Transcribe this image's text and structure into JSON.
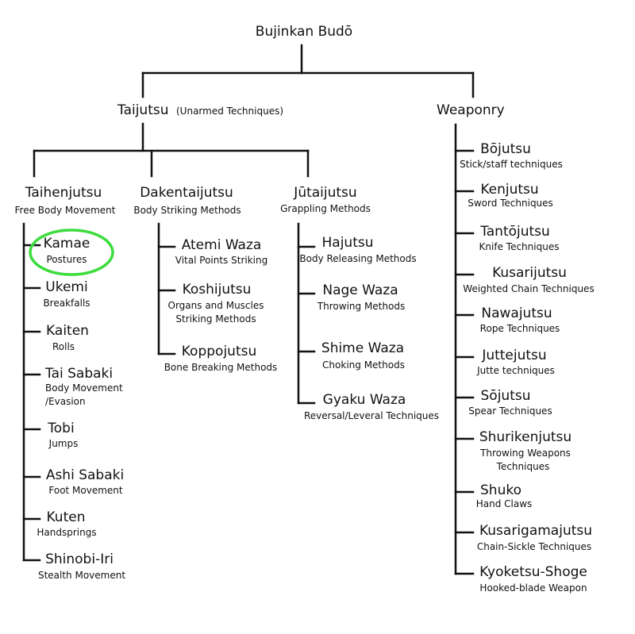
{
  "diagram": {
    "root": "Bujinkan Budō",
    "taijutsu": {
      "title": "Taijutsu",
      "note": "(Unarmed Techniques)"
    },
    "weaponry": {
      "title": "Weaponry"
    },
    "taihenjutsu": {
      "title": "Taihenjutsu",
      "subtitle": "Free Body Movement",
      "items": [
        {
          "name": "Kamae",
          "desc": "Postures",
          "highlighted": true
        },
        {
          "name": "Ukemi",
          "desc": "Breakfalls"
        },
        {
          "name": "Kaiten",
          "desc": "Rolls"
        },
        {
          "name": "Tai Sabaki",
          "desc": "Body Movement",
          "desc2": "/Evasion"
        },
        {
          "name": "Tobi",
          "desc": "Jumps"
        },
        {
          "name": "Ashi Sabaki",
          "desc": "Foot Movement"
        },
        {
          "name": "Kuten",
          "desc": "Handsprings"
        },
        {
          "name": "Shinobi-Iri",
          "desc": "Stealth Movement"
        }
      ]
    },
    "dakentaijutsu": {
      "title": "Dakentaijutsu",
      "subtitle": "Body Striking Methods",
      "items": [
        {
          "name": "Atemi Waza",
          "desc": "Vital Points Striking"
        },
        {
          "name": "Koshijutsu",
          "desc": "Organs and Muscles",
          "desc2": "Striking Methods"
        },
        {
          "name": "Koppojutsu",
          "desc": "Bone Breaking Methods"
        }
      ]
    },
    "jutaijutsu": {
      "title": "Jūtaijutsu",
      "subtitle": "Grappling Methods",
      "items": [
        {
          "name": "Hajutsu",
          "desc": "Body Releasing Methods"
        },
        {
          "name": "Nage Waza",
          "desc": "Throwing Methods"
        },
        {
          "name": "Shime Waza",
          "desc": "Choking Methods"
        },
        {
          "name": "Gyaku Waza",
          "desc": "Reversal/Leveral Techniques"
        }
      ]
    },
    "weapons": {
      "items": [
        {
          "name": "Bōjutsu",
          "desc": "Stick/staff techniques"
        },
        {
          "name": "Kenjutsu",
          "desc": "Sword Techniques"
        },
        {
          "name": "Tantōjutsu",
          "desc": "Knife Techniques"
        },
        {
          "name": "Kusarijutsu",
          "desc": "Weighted Chain Techniques"
        },
        {
          "name": "Nawajutsu",
          "desc": "Rope Techniques"
        },
        {
          "name": "Juttejutsu",
          "desc": "Jutte techniques"
        },
        {
          "name": "Sōjutsu",
          "desc": "Spear Techniques"
        },
        {
          "name": "Shurikenjutsu",
          "desc": "Throwing Weapons",
          "desc2": "Techniques"
        },
        {
          "name": "Shuko",
          "desc": "Hand Claws"
        },
        {
          "name": "Kusarigamajutsu",
          "desc": "Chain-Sickle Techniques"
        },
        {
          "name": "Kyoketsu-Shoge",
          "desc": "Hooked-blade Weapon"
        }
      ]
    },
    "colors": {
      "line": "#111111",
      "highlight": "#3ddc3d"
    }
  }
}
